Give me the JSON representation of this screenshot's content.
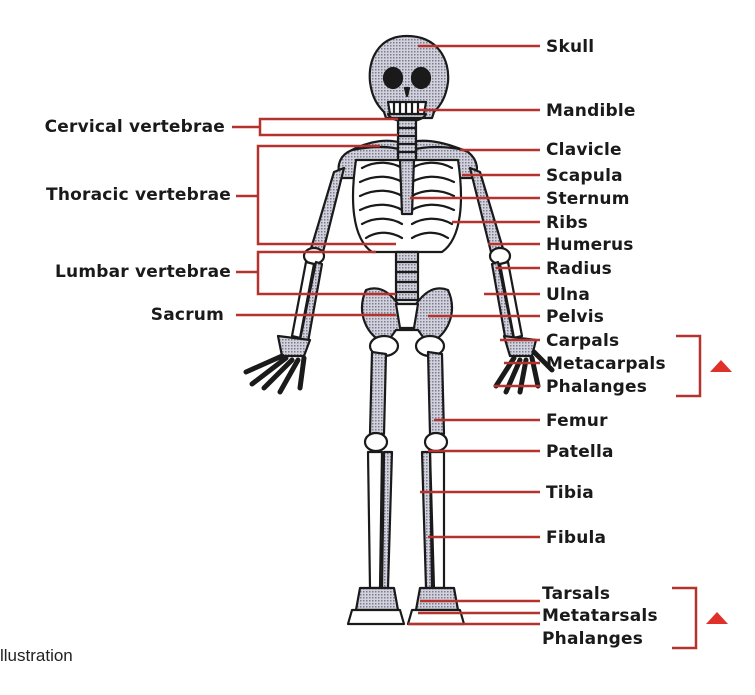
{
  "colors": {
    "leader": "#b5332e",
    "bone": "#ffffff",
    "shade": "#b8b8c4",
    "outline": "#1a1a1a",
    "arrow": "#e0302a"
  },
  "labels_right": {
    "skull": "Skull",
    "mandible": "Mandible",
    "clavicle": "Clavicle",
    "scapula": "Scapula",
    "sternum": "Sternum",
    "ribs": "Ribs",
    "humerus": "Humerus",
    "radius": "Radius",
    "ulna": "Ulna",
    "pelvis": "Pelvis",
    "carpals": "Carpals",
    "metacarpals": "Metacarpals",
    "phalanges_hand": "Phalanges",
    "femur": "Femur",
    "patella": "Patella",
    "tibia": "Tibia",
    "fibula": "Fibula",
    "tarsals": "Tarsals",
    "metatarsals": "Metatarsals",
    "phalanges_foot": "Phalanges"
  },
  "labels_left": {
    "cervical": "Cervical vertebrae",
    "thoracic": "Thoracic vertebrae",
    "lumbar": "Lumbar vertebrae",
    "sacrum": "Sacrum"
  },
  "caption": "llustration",
  "icons": {
    "hand_group": "triangle-up-icon",
    "foot_group": "triangle-up-icon"
  }
}
